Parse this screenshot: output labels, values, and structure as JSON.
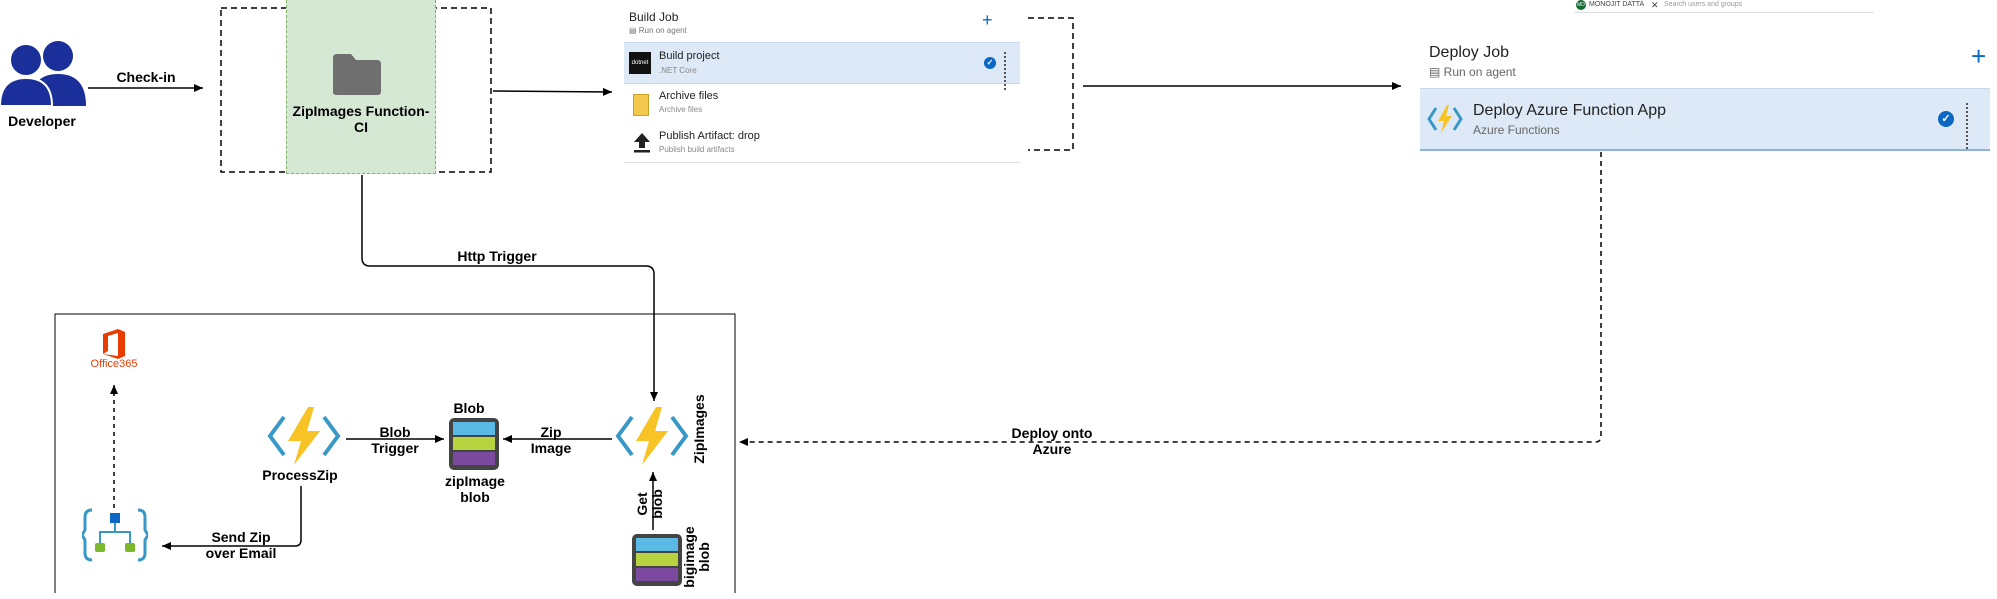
{
  "developer": {
    "label": "Developer"
  },
  "checkin": {
    "label": "Check-in"
  },
  "pipeline": {
    "label": "ZipImages Function-CI"
  },
  "http_trigger": {
    "label": "Http Trigger"
  },
  "build_job": {
    "title": "Build Job",
    "subtitle": "Run on agent",
    "tasks": [
      {
        "title": "Build project",
        "subtitle": ".NET Core",
        "icon_text": "dotnet",
        "icon": "dotnet-icon"
      },
      {
        "title": "Archive files",
        "subtitle": "Archive files",
        "icon": "archive-icon"
      },
      {
        "title": "Publish Artifact: drop",
        "subtitle": "Publish build artifacts",
        "icon": "upload-icon"
      }
    ]
  },
  "deploy_job": {
    "title": "Deploy Job",
    "subtitle": "Run on agent",
    "task": {
      "title": "Deploy Azure Function App",
      "subtitle": "Azure Functions",
      "icon": "azure-function-icon"
    }
  },
  "top_bar": {
    "user_initials": "MD",
    "user_name": "MONOJIT DATTA",
    "search_placeholder": "Search users and groups"
  },
  "deploy_onto": {
    "label": "Deploy onto Azure"
  },
  "office": {
    "label": "Office365"
  },
  "process_zip": {
    "label": "ProcessZip"
  },
  "blob_trigger": {
    "label": "Blob Trigger"
  },
  "blob_top": {
    "label": "Blob"
  },
  "zipimage_blob": {
    "label": "zipImage blob"
  },
  "zip_image": {
    "label": "Zip Image"
  },
  "zipimages": {
    "label": "ZipImages"
  },
  "get_blob": {
    "label": "Get blob"
  },
  "bigimage_blob": {
    "label": "bigimage blob"
  },
  "send_zip": {
    "label": "Send Zip over Email"
  },
  "colors": {
    "azure_blue": "#0a68c4",
    "function_yellow": "#f7c325",
    "pipeline_fill": "#d5e8d4",
    "pipeline_border": "#82b366",
    "office_red": "#eb3c00"
  }
}
